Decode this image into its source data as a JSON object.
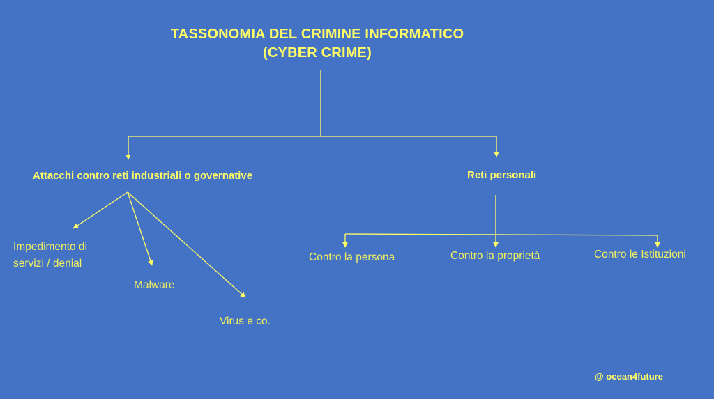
{
  "diagram": {
    "title_line1": "TASSONOMIA DEL CRIMINE INFORMATICO",
    "title_line2": "(CYBER CRIME)",
    "branches": [
      {
        "label": "Attacchi contro reti industriali o governative",
        "children": [
          {
            "label_line1": "Impedimento di",
            "label_line2": "servizi / denial"
          },
          {
            "label": "Malware"
          },
          {
            "label": "Virus e co."
          }
        ]
      },
      {
        "label": "Reti  personali",
        "children": [
          {
            "label": "Contro la persona"
          },
          {
            "label": "Contro la proprietà"
          },
          {
            "label": "Contro le Istituzioni"
          }
        ]
      }
    ],
    "credit": "@ ocean4future"
  },
  "colors": {
    "background": "#4472c4",
    "text": "#ffff66",
    "lines": "#ffff66"
  }
}
